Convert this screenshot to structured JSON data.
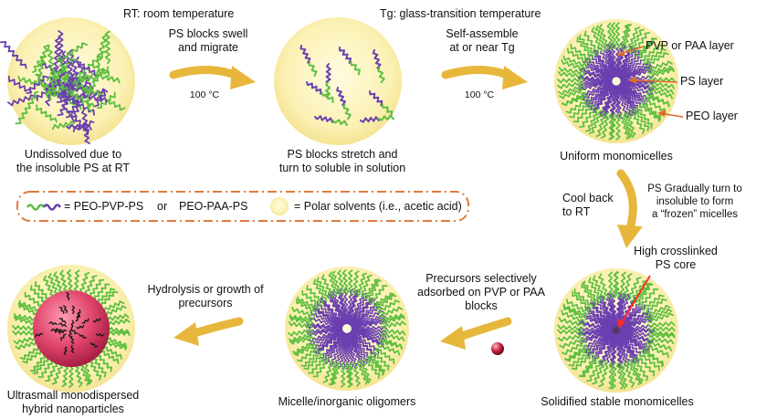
{
  "header": {
    "rt_note": "RT: room temperature",
    "tg_note": "Tg: glass-transition temperature"
  },
  "steps": {
    "swell_label": [
      "PS blocks swell",
      "and migrate"
    ],
    "swell_temp": "100 °C",
    "assemble_label": [
      "Self-assemble",
      "at or near Tg"
    ],
    "assemble_temp": "100 °C",
    "cool_label": [
      "Cool back",
      "to RT"
    ],
    "frozen_label": [
      "PS Gradually turn to",
      "insoluble to form",
      "a “frozen” micelles"
    ],
    "adsorb_label": [
      "Precursors selectively",
      "adsorbed on PVP or PAA",
      "blocks"
    ],
    "hydrolysis_label": [
      "Hydrolysis or growth of",
      "precursors"
    ]
  },
  "captions": {
    "undissolved": [
      "Undissolved due to",
      "the insoluble PS at RT"
    ],
    "stretch": [
      "PS blocks stretch and",
      "turn to soluble in solution"
    ],
    "uniform": "Uniform monomicelles",
    "solidified": "Solidified stable monomicelles",
    "oligomers": "Micelle/inorganic oligomers",
    "nanoparticles": [
      "Ultrasmall monodispersed",
      "hybrid nanoparticles"
    ]
  },
  "layers": {
    "pvp_paa": "PVP or PAA layer",
    "ps": "PS layer",
    "peo": "PEO layer",
    "core": [
      "High crosslinked",
      "PS core"
    ]
  },
  "legend": {
    "copolymer_a": "= PEO-PVP-PS",
    "or": "or",
    "copolymer_b": "PEO-PAA-PS",
    "solvent": "= Polar solvents (i.e., acetic acid)"
  },
  "colors": {
    "solvent_circle": "#fbf1b4",
    "arrow": "#e7b73c",
    "legend_border": "#e07b3c",
    "peo_green": "#5cbf3e",
    "ps_purple": "#6b3fb0",
    "pointer_orange": "#e06a2a",
    "core_red": "#ff2a2a",
    "particle_pink": "#e64a6a"
  }
}
